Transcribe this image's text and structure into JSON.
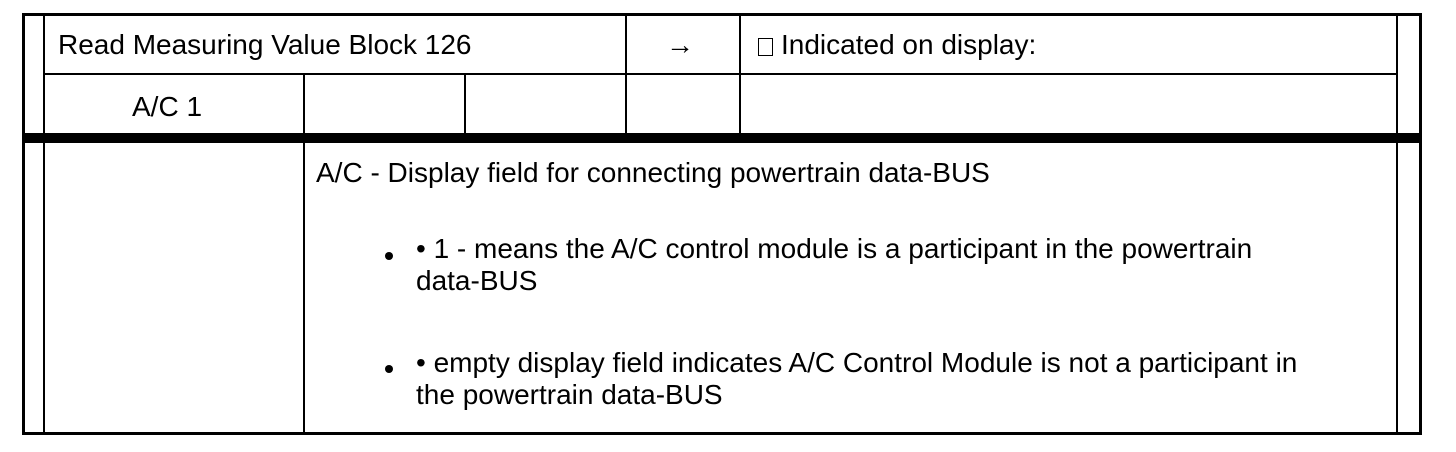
{
  "header": {
    "title": "Read Measuring Value Block 126",
    "arrow": "→",
    "indicated_label": "Indicated on display:"
  },
  "field_label": "A/C 1",
  "description": {
    "heading": "A/C - Display field for connecting powertrain data-BUS",
    "bullets": [
      "• 1 - means the A/C control module is a participant in the powertrain data-BUS",
      "• empty display field indicates A/C Control Module is not a participant in the powertrain data-BUS"
    ]
  }
}
